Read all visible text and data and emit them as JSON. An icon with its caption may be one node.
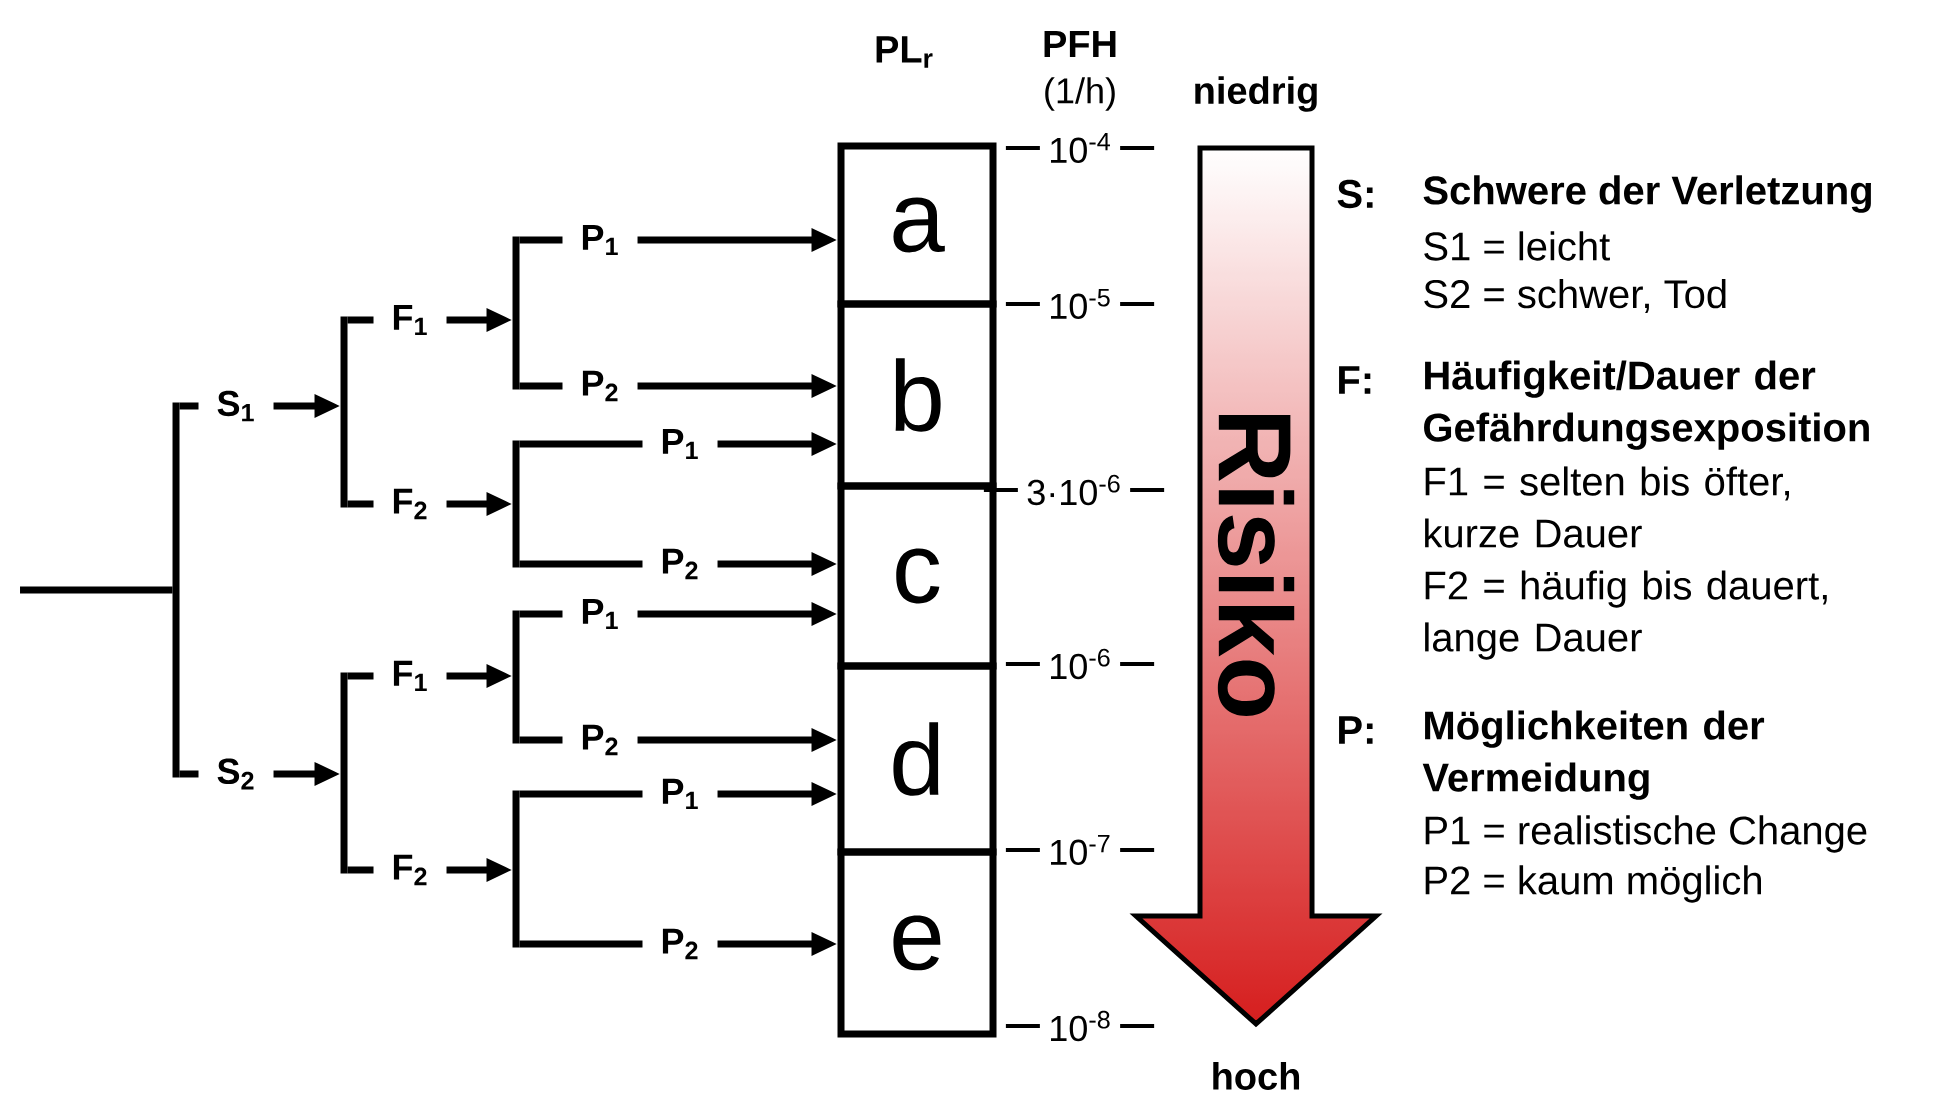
{
  "diagram": {
    "nodes": [
      {
        "text": [
          "S$_{1}$"
        ]
      },
      {
        "text": [
          "F$_{1}$"
        ]
      },
      {
        "text": [
          "F$_{2}$"
        ]
      },
      {
        "text": [
          "P$_{1}$"
        ]
      },
      {
        "text": [
          "P$_{2}$"
        ]
      },
      {
        "text": [
          "P$_{1}$"
        ]
      },
      {
        "text": [
          "P$_{2}$"
        ]
      },
      {
        "text": [
          "S$_{2}$"
        ]
      },
      {
        "text": [
          "F$_{1}$"
        ]
      },
      {
        "text": [
          "F$_{2}$"
        ]
      },
      {
        "text": [
          "P$_{1}$"
        ]
      },
      {
        "text": [
          "P$_{2}$"
        ]
      },
      {
        "text": [
          "P$_{1}$"
        ]
      },
      {
        "text": [
          "P$_{2}$"
        ]
      },
      {
        "text": [
          "a"
        ]
      },
      {
        "text": [
          "b"
        ]
      },
      {
        "text": [
          "c"
        ]
      },
      {
        "text": [
          "d"
        ]
      },
      {
        "text": [
          "e"
        ]
      },
      {
        "text": [
          "Risiko"
        ]
      },
      {
        "text": [],
        "shape": "bar"
      },
      {
        "text": [],
        "shape": "bar"
      },
      {
        "text": [],
        "shape": "bar"
      },
      {
        "text": [],
        "shape": "bar"
      },
      {
        "text": [],
        "shape": "bar"
      },
      {
        "text": [],
        "shape": "bar"
      },
      {
        "text": [],
        "shape": "bar"
      }
    ],
    "edges": [
      {
        "from": null,
        "to": 20,
        "arrow": "none"
      },
      {
        "from": 20,
        "to": 0,
        "arrow": "none"
      },
      {
        "from": 20,
        "to": 7,
        "arrow": "none"
      },
      {
        "from": 0,
        "to": 21,
        "arrow": "to"
      },
      {
        "from": 21,
        "to": 1,
        "arrow": "none"
      },
      {
        "from": 21,
        "to": 2,
        "arrow": "none"
      },
      {
        "from": 1,
        "to": 22,
        "arrow": "to"
      },
      {
        "from": 22,
        "to": 3,
        "arrow": "none"
      },
      {
        "from": 22,
        "to": 4,
        "arrow": "none"
      },
      {
        "from": 2,
        "to": 23,
        "arrow": "to"
      },
      {
        "from": 23,
        "to": 5,
        "arrow": "none"
      },
      {
        "from": 23,
        "to": 6,
        "arrow": "none"
      },
      {
        "from": 7,
        "to": 24,
        "arrow": "to"
      },
      {
        "from": 24,
        "to": 8,
        "arrow": "none"
      },
      {
        "from": 24,
        "to": 9,
        "arrow": "none"
      },
      {
        "from": 8,
        "to": 25,
        "arrow": "to"
      },
      {
        "from": 25,
        "to": 10,
        "arrow": "none"
      },
      {
        "from": 25,
        "to": 11,
        "arrow": "none"
      },
      {
        "from": 9,
        "to": 26,
        "arrow": "to"
      },
      {
        "from": 26,
        "to": 12,
        "arrow": "none"
      },
      {
        "from": 26,
        "to": 13,
        "arrow": "none"
      },
      {
        "from": 3,
        "to": 14,
        "arrow": "to"
      },
      {
        "from": 4,
        "to": 15,
        "arrow": "to"
      },
      {
        "from": 5,
        "to": 15,
        "arrow": "to"
      },
      {
        "from": 6,
        "to": 16,
        "arrow": "to"
      },
      {
        "from": 10,
        "to": 16,
        "arrow": "to"
      },
      {
        "from": 11,
        "to": 17,
        "arrow": "to"
      },
      {
        "from": 12,
        "to": 17,
        "arrow": "to"
      },
      {
        "from": 13,
        "to": 18,
        "arrow": "to"
      }
    ],
    "labels": [
      "PL$_{r}$",
      "PFH",
      "(1/h)",
      "niedrig",
      "10$^{-4}$",
      "10$^{-5}$",
      "3·10$^{-6}$",
      "10$^{-6}$",
      "10$^{-7}$",
      "10$^{-8}$",
      "hoch",
      "S:",
      "Schwere der Verletzung",
      "S1 = leicht",
      "S2 = schwer, Tod",
      "F:",
      "Häufigkeit/Dauer der Gefährdungsexposition",
      "F1 = selten bis öfter, kurze Dauer",
      "F2 = häufig bis dauert, lange Dauer",
      "P:",
      "Möglichkeiten der Vermeidung",
      "P1 = realistische Change",
      "P2 = kaum möglich"
    ]
  }
}
